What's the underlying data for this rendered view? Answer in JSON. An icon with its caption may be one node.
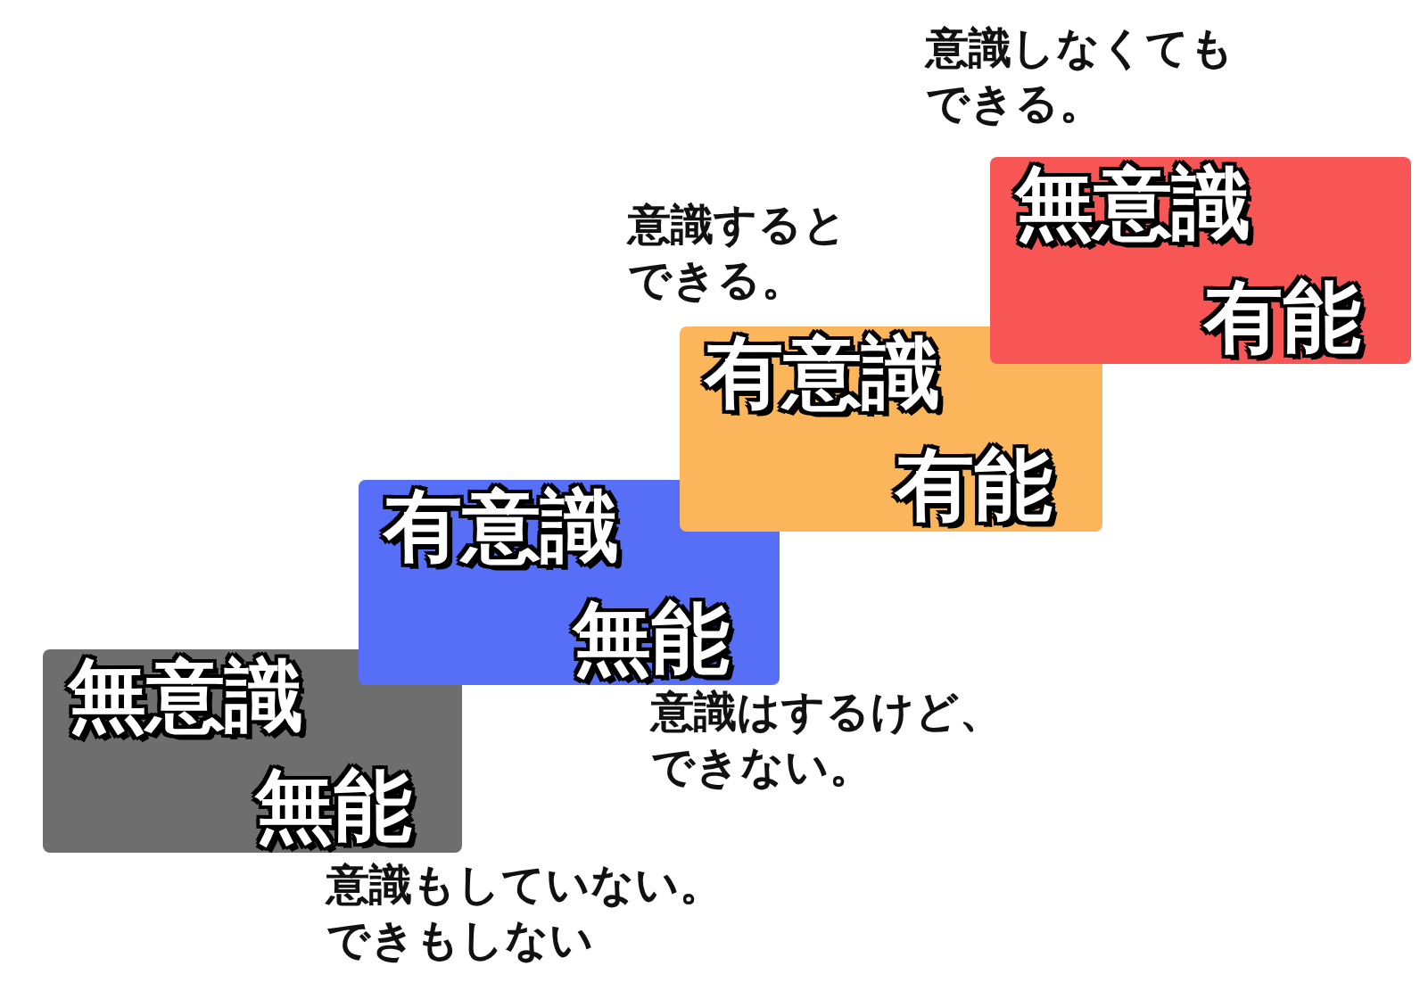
{
  "diagram": {
    "nodes": [
      {
        "text": [
          "無意識",
          "無能"
        ],
        "beside": [
          "意識もしていない。できもしない"
        ]
      },
      {
        "text": [
          "有意識",
          "無能"
        ],
        "beside": [
          "意識はするけど、できない。"
        ]
      },
      {
        "text": [
          "有意識",
          "有能"
        ],
        "beside": [
          "意識するとできる。"
        ]
      },
      {
        "text": [
          "無意識",
          "有能"
        ],
        "beside": [
          "意識しなくてもできる。"
        ]
      }
    ]
  }
}
